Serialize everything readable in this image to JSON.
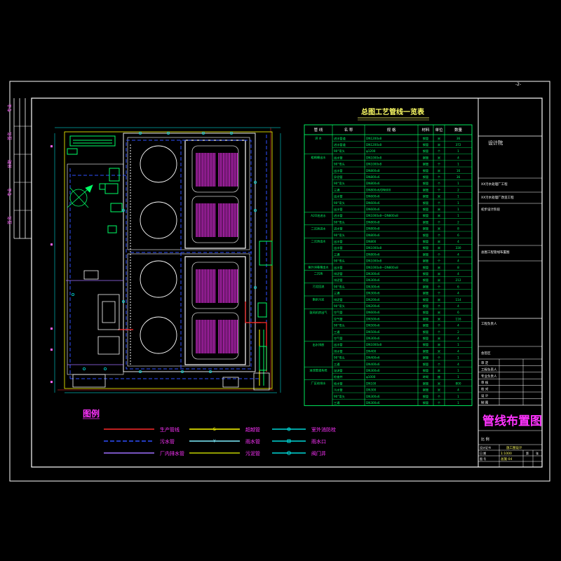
{
  "drawing": {
    "top_right_mark": "-2-",
    "table_title": "总图工艺管线一览表",
    "table_headers": [
      "管 线",
      "名 称",
      "规 格",
      "材料",
      "单位",
      "数量"
    ],
    "table_rows": [
      {
        "group": "进 水",
        "name": "进水管道",
        "spec": "DN1200x8",
        "mat": "钢管",
        "unit": "米",
        "qty": "36"
      },
      {
        "group": "",
        "name": "进水管道",
        "spec": "DN1200x8",
        "mat": "钢管",
        "unit": "米",
        "qty": "372"
      },
      {
        "group": "",
        "name": "90°弯头",
        "spec": "φ1200",
        "mat": "钢管",
        "unit": "个",
        "qty": "1"
      },
      {
        "group": "粗格栅出水",
        "name": "出水管",
        "spec": "DN1000x8",
        "mat": "钢管",
        "unit": "米",
        "qty": "4"
      },
      {
        "group": "",
        "name": "90°弯头",
        "spec": "DN1000x8",
        "mat": "钢管",
        "unit": "个",
        "qty": "1"
      },
      {
        "group": "",
        "name": "出水管",
        "spec": "DN800x8",
        "mat": "钢管",
        "unit": "米",
        "qty": "16"
      },
      {
        "group": "",
        "name": "异径管",
        "spec": "DN800x6",
        "mat": "钢管",
        "unit": "个",
        "qty": "36"
      },
      {
        "group": "",
        "name": "90°弯头",
        "spec": "DN800x6",
        "mat": "钢管",
        "unit": "个",
        "qty": "1"
      },
      {
        "group": "",
        "name": "三通",
        "spec": "DN800x6/DN600",
        "mat": "钢管",
        "unit": "个",
        "qty": "2"
      },
      {
        "group": "",
        "name": "出水管",
        "spec": "DN600x6",
        "mat": "钢管",
        "unit": "米",
        "qty": "1"
      },
      {
        "group": "",
        "name": "90°弯头",
        "spec": "DN600x6",
        "mat": "钢管",
        "unit": "个",
        "qty": "1"
      },
      {
        "group": "",
        "name": "出水管",
        "spec": "DN600x6",
        "mat": "钢管",
        "unit": "米",
        "qty": "1"
      },
      {
        "group": "A2O池进水",
        "name": "进水管",
        "spec": "DN1000x8—DN800x8",
        "mat": "钢管",
        "unit": "米",
        "qty": "1"
      },
      {
        "group": "",
        "name": "90°弯头",
        "spec": "DN800x8",
        "mat": "钢管",
        "unit": "个",
        "qty": "2"
      },
      {
        "group": "二沉池进水",
        "name": "进水管",
        "spec": "DN800x8",
        "mat": "钢管",
        "unit": "米",
        "qty": "8"
      },
      {
        "group": "",
        "name": "90°弯头",
        "spec": "DN800x6",
        "mat": "钢管",
        "unit": "个",
        "qty": "6"
      },
      {
        "group": "二沉池出水",
        "name": "出水管",
        "spec": "DN800",
        "mat": "钢管",
        "unit": "米",
        "qty": "4"
      },
      {
        "group": "",
        "name": "出水管",
        "spec": "DN1000x8",
        "mat": "钢管",
        "unit": "米",
        "qty": "330"
      },
      {
        "group": "",
        "name": "三通",
        "spec": "DN800x6",
        "mat": "钢管",
        "unit": "个",
        "qty": "4"
      },
      {
        "group": "",
        "name": "90°弯头",
        "spec": "DN1000x8",
        "mat": "钢管",
        "unit": "个",
        "qty": "4"
      },
      {
        "group": "紫外消毒渠出水",
        "name": "出水管",
        "spec": "DN1000x8—DN800x8",
        "mat": "钢管",
        "unit": "米",
        "qty": "8"
      },
      {
        "group": "二沉池",
        "name": "排泥管",
        "spec": "DN300x6",
        "mat": "钢管",
        "unit": "米",
        "qty": "4"
      },
      {
        "group": "",
        "name": "排泥管",
        "spec": "DN300x6",
        "mat": "钢管",
        "unit": "米",
        "qty": "212"
      },
      {
        "group": "污泥回流",
        "name": "90°弯头",
        "spec": "DN300x6",
        "mat": "钢管",
        "unit": "个",
        "qty": "6"
      },
      {
        "group": "",
        "name": "三通",
        "spec": "DN300x6",
        "mat": "钢管",
        "unit": "个",
        "qty": "4"
      },
      {
        "group": "剩余污泥",
        "name": "排泥管",
        "spec": "DN200x6",
        "mat": "钢管",
        "unit": "米",
        "qty": "114"
      },
      {
        "group": "",
        "name": "90°弯头",
        "spec": "DN200x6",
        "mat": "钢管",
        "unit": "个",
        "qty": "4"
      },
      {
        "group": "鼓风机房出气",
        "name": "空气管",
        "spec": "DN600x6",
        "mat": "钢管",
        "unit": "米",
        "qty": "6"
      },
      {
        "group": "",
        "name": "空气管",
        "spec": "DN500x6",
        "mat": "钢管",
        "unit": "米",
        "qty": "116"
      },
      {
        "group": "",
        "name": "90°弯头",
        "spec": "DN500x6",
        "mat": "钢管",
        "unit": "个",
        "qty": "4"
      },
      {
        "group": "",
        "name": "三通",
        "spec": "DN500x6",
        "mat": "钢管",
        "unit": "个",
        "qty": "2"
      },
      {
        "group": "",
        "name": "空气管",
        "spec": "DN300x6",
        "mat": "钢管",
        "unit": "米",
        "qty": "4"
      },
      {
        "group": "出水排放",
        "name": "出水管",
        "spec": "DN1000x8",
        "mat": "钢管",
        "unit": "米",
        "qty": "1"
      },
      {
        "group": "",
        "name": "排水管",
        "spec": "DN400",
        "mat": "钢管",
        "unit": "米",
        "qty": "4"
      },
      {
        "group": "",
        "name": "90°弯头",
        "spec": "DN400x6",
        "mat": "钢管",
        "unit": "个",
        "qty": "1"
      },
      {
        "group": "",
        "name": "三通",
        "spec": "DN400x6",
        "mat": "钢管",
        "unit": "个",
        "qty": "4"
      },
      {
        "group": "溢流管道系统",
        "name": "溢流管",
        "spec": "DN300x6",
        "mat": "钢管",
        "unit": "米",
        "qty": "1"
      },
      {
        "group": "",
        "name": "检查井",
        "spec": "φ1000",
        "mat": "砖砌",
        "unit": "座",
        "qty": "1"
      },
      {
        "group": "厂区给排水",
        "name": "给水管",
        "spec": "DN100",
        "mat": "钢管",
        "unit": "米",
        "qty": "800"
      },
      {
        "group": "",
        "name": "污水管",
        "spec": "DN300",
        "mat": "钢管",
        "unit": "米",
        "qty": "4"
      },
      {
        "group": "",
        "name": "90°弯头",
        "spec": "DN300x6",
        "mat": "钢管",
        "unit": "个",
        "qty": "1"
      },
      {
        "group": "",
        "name": "三通",
        "spec": "DN300x6",
        "mat": "钢管",
        "unit": "个",
        "qty": "1"
      }
    ],
    "legend_title": "图例",
    "legend_items": [
      {
        "label": "生产管线",
        "color": "#ff2a2a",
        "style": "solid"
      },
      {
        "label": "超越管",
        "color": "#ffff00",
        "style": "tick"
      },
      {
        "label": "室外消防栓",
        "color": "#00d8d8",
        "style": "hydrant"
      },
      {
        "label": "污水管",
        "color": "#3050ff",
        "style": "dash"
      },
      {
        "label": "雨水管",
        "color": "#7ff0ff",
        "style": "tick"
      },
      {
        "label": "雨水口",
        "color": "#00d8d8",
        "style": "inlet"
      },
      {
        "label": "厂内排水管",
        "color": "#a070ff",
        "style": "solid"
      },
      {
        "label": "污泥管",
        "color": "#c0d000",
        "style": "solid"
      },
      {
        "label": "阀门井",
        "color": "#00d8d8",
        "style": "valve"
      }
    ],
    "left_strip_labels": [
      "专业",
      "签名",
      "日期"
    ],
    "title_block": {
      "designer_org": "设计院",
      "project": "XX污水处理厂工程",
      "sub_project": "XX污水处理厂改造工程",
      "stage": "初步设计阶段",
      "part": "总图工程管线布置图",
      "review_box": "工程负责人",
      "approval_box": "会签区",
      "roles": [
        "审 定",
        "工程负责人",
        "专业负责人",
        "审 核",
        "校 对",
        "设 计",
        "制 图"
      ],
      "drawing_title": "管线布置图",
      "scale_label": "比 例",
      "drawing_no_label": "设计证书",
      "drawing_no": "施工图设计",
      "date_label": "日 期",
      "date_value": "1:1000",
      "sheet_label": "图 号",
      "sheet_value": "总施-04",
      "page_label": "第",
      "page_of": "张"
    }
  }
}
